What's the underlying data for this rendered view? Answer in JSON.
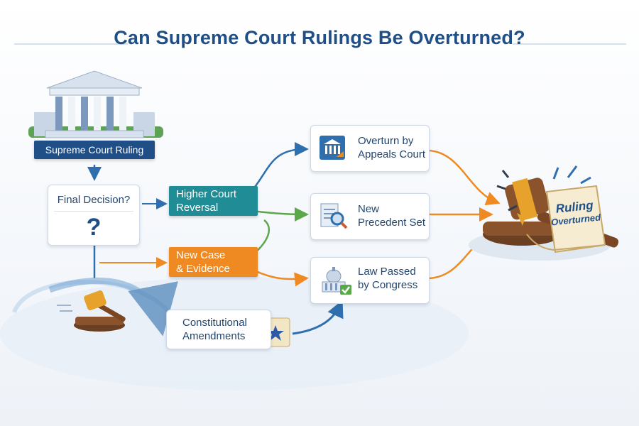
{
  "title": "Can Supreme Court Rulings Be Overturned?",
  "supreme_court_ruling": "Supreme Court Ruling",
  "final_decision": {
    "label": "Final Decision?",
    "mark": "?"
  },
  "paths": {
    "higher_court_reversal": "Higher Court\nReversal",
    "new_case_evidence": "New Case\n& Evidence",
    "constitutional_amendments": "Constitutional\nAmendments"
  },
  "outcomes": {
    "appeals_court": "Overturn by\nAppeals Court",
    "new_precedent": "New\nPrecedent Set",
    "law_passed": "Law Passed\nby Congress"
  },
  "result": {
    "line1": "Ruling",
    "line2": "Overturned"
  },
  "colors": {
    "navy": "#1f4f86",
    "teal": "#1f8c96",
    "orange": "#ef8a23",
    "green": "#5aa84a",
    "blue_arrow": "#2f6fad"
  }
}
